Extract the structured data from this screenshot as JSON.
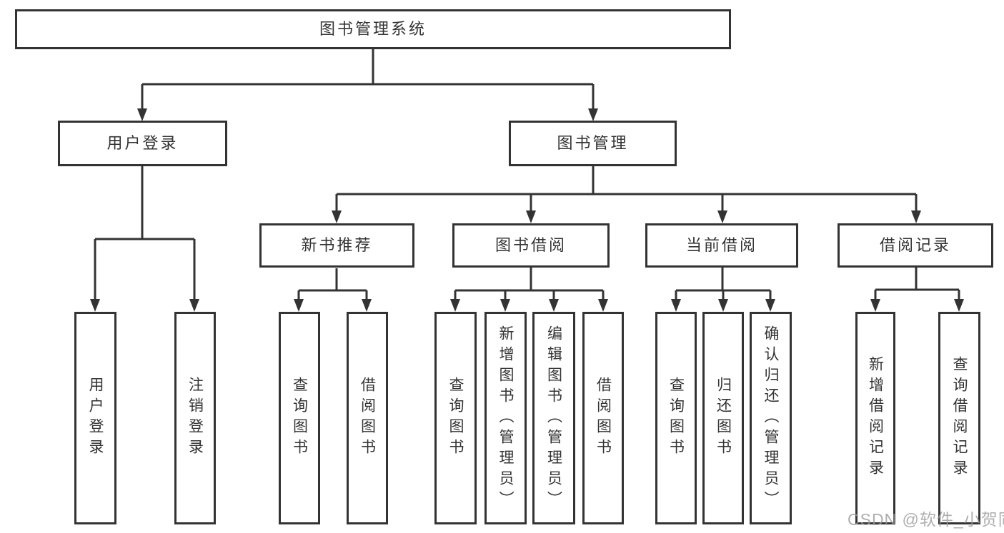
{
  "diagram": {
    "type": "tree",
    "root": {
      "label": "图书管理系统",
      "children": [
        {
          "label": "用户登录",
          "children": [
            {
              "label": "用户登录"
            },
            {
              "label": "注销登录"
            }
          ]
        },
        {
          "label": "图书管理",
          "children": [
            {
              "label": "新书推荐",
              "children": [
                {
                  "label": "查询图书"
                },
                {
                  "label": "借阅图书"
                }
              ]
            },
            {
              "label": "图书借阅",
              "children": [
                {
                  "label": "查询图书"
                },
                {
                  "label": "新增图书（管理员）"
                },
                {
                  "label": "编辑图书（管理员）"
                },
                {
                  "label": "借阅图书"
                }
              ]
            },
            {
              "label": "当前借阅",
              "children": [
                {
                  "label": "查询图书"
                },
                {
                  "label": "归还图书"
                },
                {
                  "label": "确认归还（管理员）"
                }
              ]
            },
            {
              "label": "借阅记录",
              "children": [
                {
                  "label": "新增借阅记录"
                },
                {
                  "label": "查询借阅记录"
                }
              ]
            }
          ]
        }
      ]
    }
  },
  "watermark": {
    "text": "CSDN @软件_小贺同学"
  },
  "colors": {
    "line": "#333333",
    "box_border": "#333333",
    "text": "#333333",
    "background": "#ffffff",
    "watermark": "#9b9b9b"
  }
}
